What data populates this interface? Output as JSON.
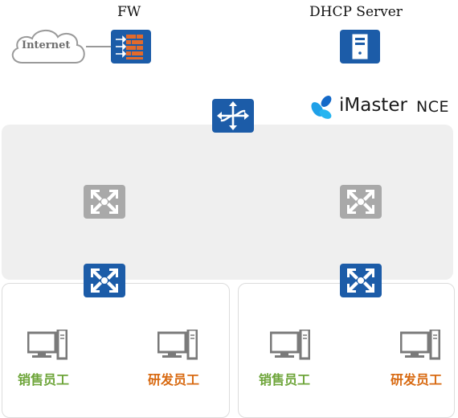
{
  "labels": {
    "fw": "FW",
    "dhcp": "DHCP Server",
    "internet": "Internet",
    "brand": "iMaster",
    "brand_suffix": "NCE"
  },
  "terminals": [
    {
      "label": "销售员工"
    },
    {
      "label": "研发员工"
    },
    {
      "label": "销售员工"
    },
    {
      "label": "研发员工"
    }
  ],
  "colors": {
    "switch_blue": "#1c5ca8",
    "core_gray": "#a9a9a9",
    "firewall_orange": "#e36a2b",
    "sales_green": "#6ea53a",
    "rd_orange": "#d86a12"
  }
}
